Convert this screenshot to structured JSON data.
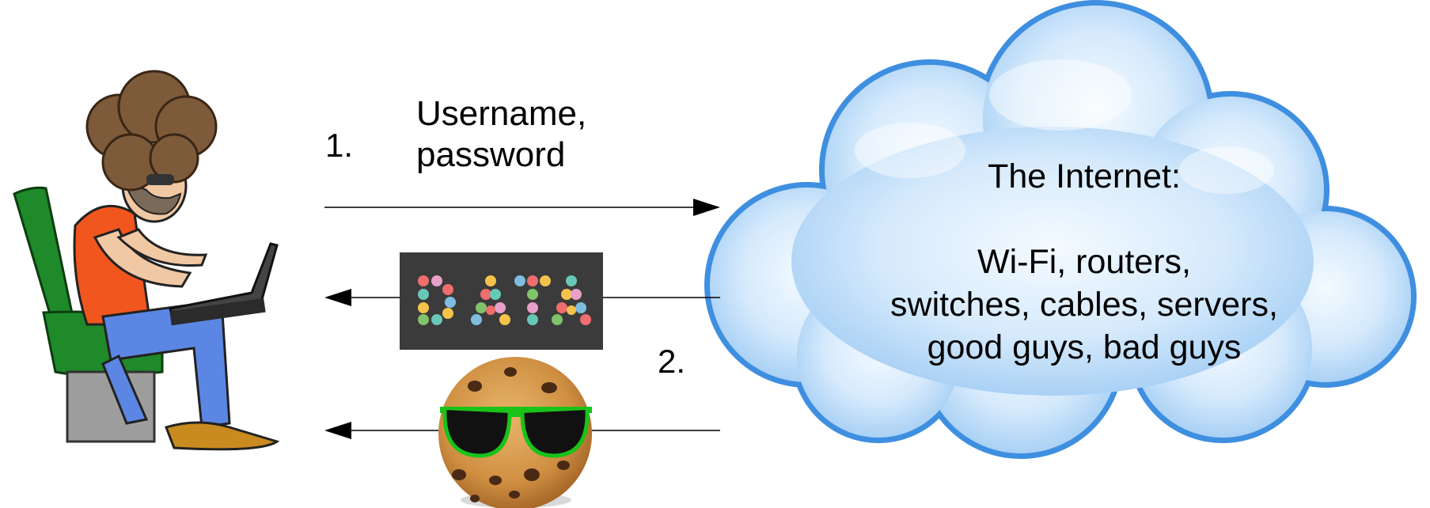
{
  "step1": {
    "number": "1.",
    "label_line1": "Username,",
    "label_line2": "password"
  },
  "step2": {
    "number": "2."
  },
  "data_badge": {
    "text": "DATA",
    "background": "#3b3b3b"
  },
  "cookie": {
    "icon": "cookie-with-sunglasses-icon"
  },
  "user": {
    "icon": "person-typing-on-laptop-icon"
  },
  "cloud": {
    "icon": "cloud-icon",
    "title": "The Internet:",
    "line1": "Wi-Fi, routers,",
    "line2": "switches, cables, servers,",
    "line3": "good guys, bad guys",
    "fill": "#cfe6fb",
    "edge": "#3f8fe0"
  },
  "arrows": [
    {
      "from": "user",
      "to": "internet",
      "name": "request-arrow"
    },
    {
      "from": "internet",
      "to": "user",
      "name": "data-response-arrow"
    },
    {
      "from": "internet",
      "to": "user",
      "name": "cookie-response-arrow"
    }
  ]
}
